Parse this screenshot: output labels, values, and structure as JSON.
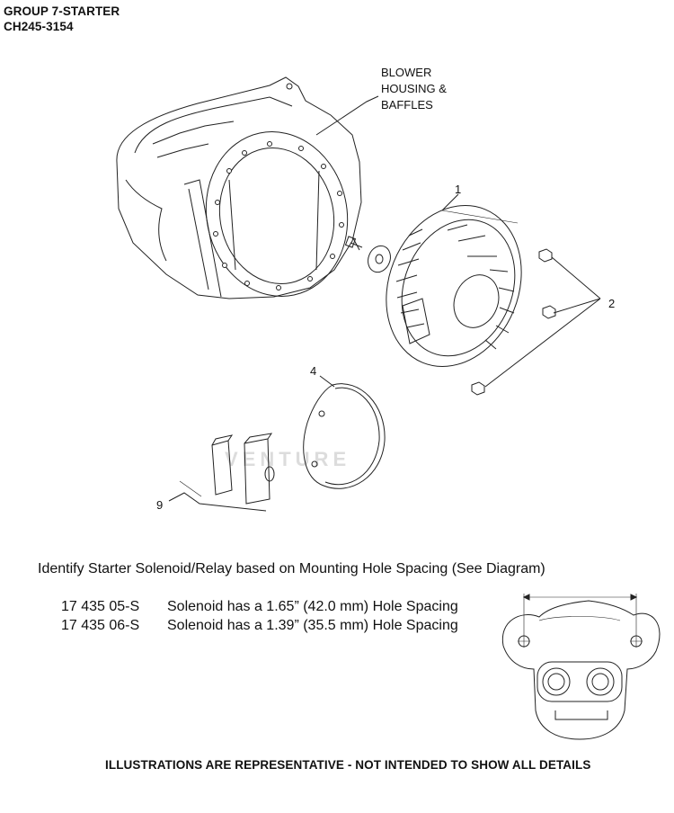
{
  "header": {
    "group": "GROUP 7-STARTER",
    "model": "CH245-3154"
  },
  "callouts": {
    "blower_housing": "BLOWER\nHOUSING &\nBAFFLES",
    "part_1": "1",
    "part_2": "2",
    "part_4": "4",
    "part_9": "9"
  },
  "solenoid_note": {
    "heading": "Identify Starter Solenoid/Relay based on Mounting Hole Spacing (See Diagram)",
    "rows": [
      {
        "part_number": "17 435 05-S",
        "description": "Solenoid has a 1.65” (42.0 mm) Hole Spacing"
      },
      {
        "part_number": "17 435 06-S",
        "description": "Solenoid has a 1.39” (35.5 mm) Hole Spacing"
      }
    ]
  },
  "watermark": "VENTURE",
  "footer": "ILLUSTRATIONS ARE REPRESENTATIVE - NOT INTENDED TO SHOW ALL DETAILS"
}
